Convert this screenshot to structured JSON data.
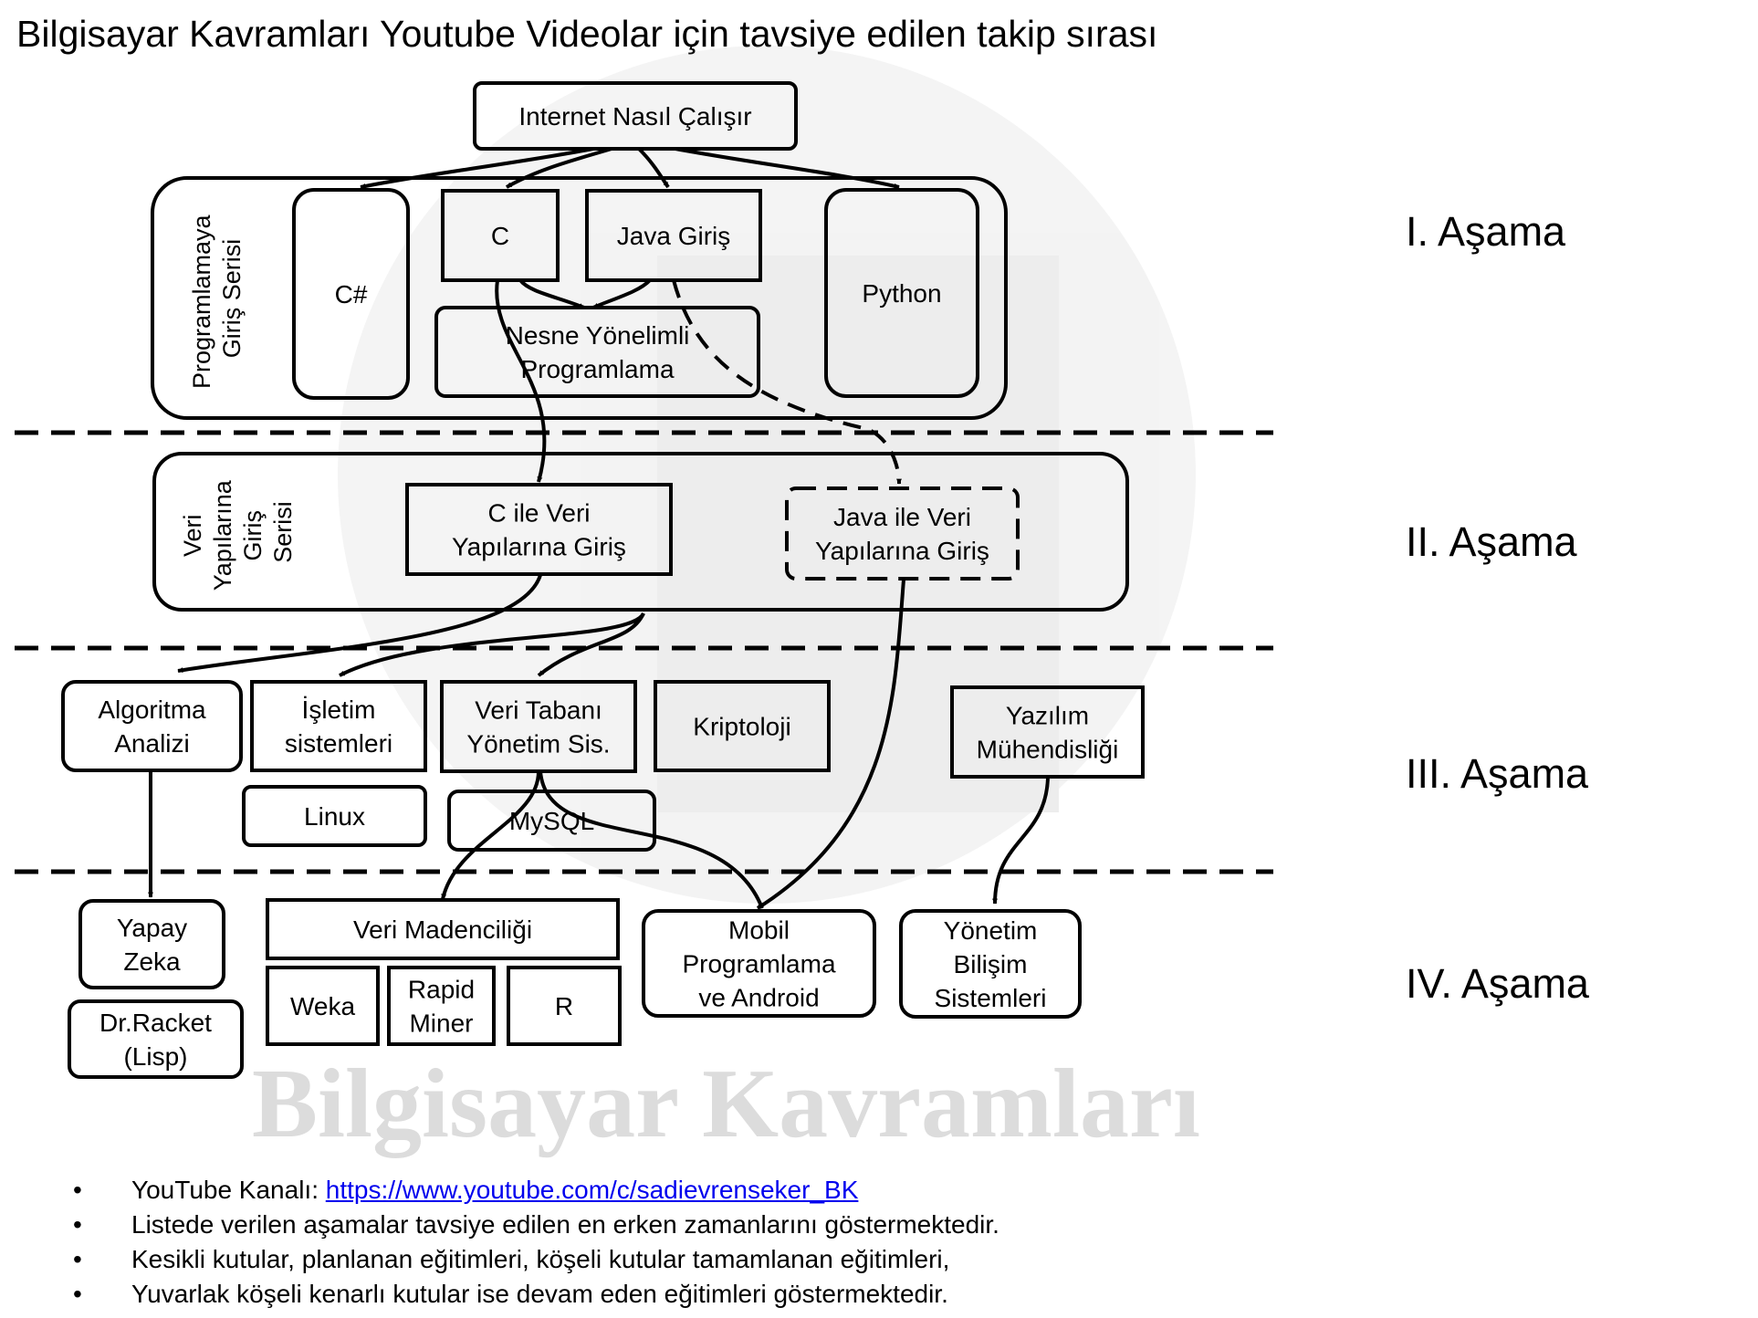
{
  "title": "Bilgisayar Kavramları Youtube Videolar için tavsiye edilen takip sırası",
  "watermark": "Bilgisayar Kavramları",
  "stages": [
    "I. Aşama",
    "II. Aşama",
    "III. Aşama",
    "IV. Aşama"
  ],
  "groups": {
    "prog_series": [
      "Programlamaya",
      "Giriş Serisi"
    ],
    "ds_series": [
      "Veri",
      "Yapılarına",
      "Giriş",
      "Serisi"
    ]
  },
  "nodes": {
    "internet": [
      "Internet Nasıl Çalışır"
    ],
    "csharp": [
      "C#"
    ],
    "c": [
      "C"
    ],
    "java": [
      "Java Giriş"
    ],
    "python": [
      "Python"
    ],
    "oop": [
      "Nesne Yönelimli",
      "Programlama"
    ],
    "c_ds": [
      "C ile Veri",
      "Yapılarına Giriş"
    ],
    "java_ds": [
      "Java ile Veri",
      "Yapılarına Giriş"
    ],
    "algo": [
      "Algoritma",
      "Analizi"
    ],
    "os": [
      "İşletim",
      "sistemleri"
    ],
    "db": [
      "Veri Tabanı",
      "Yönetim Sis."
    ],
    "crypto": [
      "Kriptoloji"
    ],
    "se": [
      "Yazılım",
      "Mühendisliği"
    ],
    "linux": [
      "Linux"
    ],
    "mysql": [
      "MySQL"
    ],
    "ai": [
      "Yapay",
      "Zeka"
    ],
    "racket": [
      "Dr.Racket",
      "(Lisp)"
    ],
    "dm": [
      "Veri Madenciliği"
    ],
    "weka": [
      "Weka"
    ],
    "rapid": [
      "Rapid",
      "Miner"
    ],
    "r": [
      "R"
    ],
    "mobile": [
      "Mobil",
      "Programlama",
      "ve Android"
    ],
    "mis": [
      "Yönetim",
      "Bilişim",
      "Sistemleri"
    ]
  },
  "notes": {
    "youtube_prefix": "YouTube Kanalı: ",
    "youtube_link": "https://www.youtube.com/c/sadievrenseker_BK",
    "line2": "Listede verilen aşamalar tavsiye edilen en erken zamanlarını göstermektedir.",
    "line3": "Kesikli kutular, planlanan eğitimleri, köşeli kutular tamamlanan eğitimleri,",
    "line4": "Yuvarlak köşeli kenarlı kutular ise devam eden eğitimleri göstermektedir."
  }
}
